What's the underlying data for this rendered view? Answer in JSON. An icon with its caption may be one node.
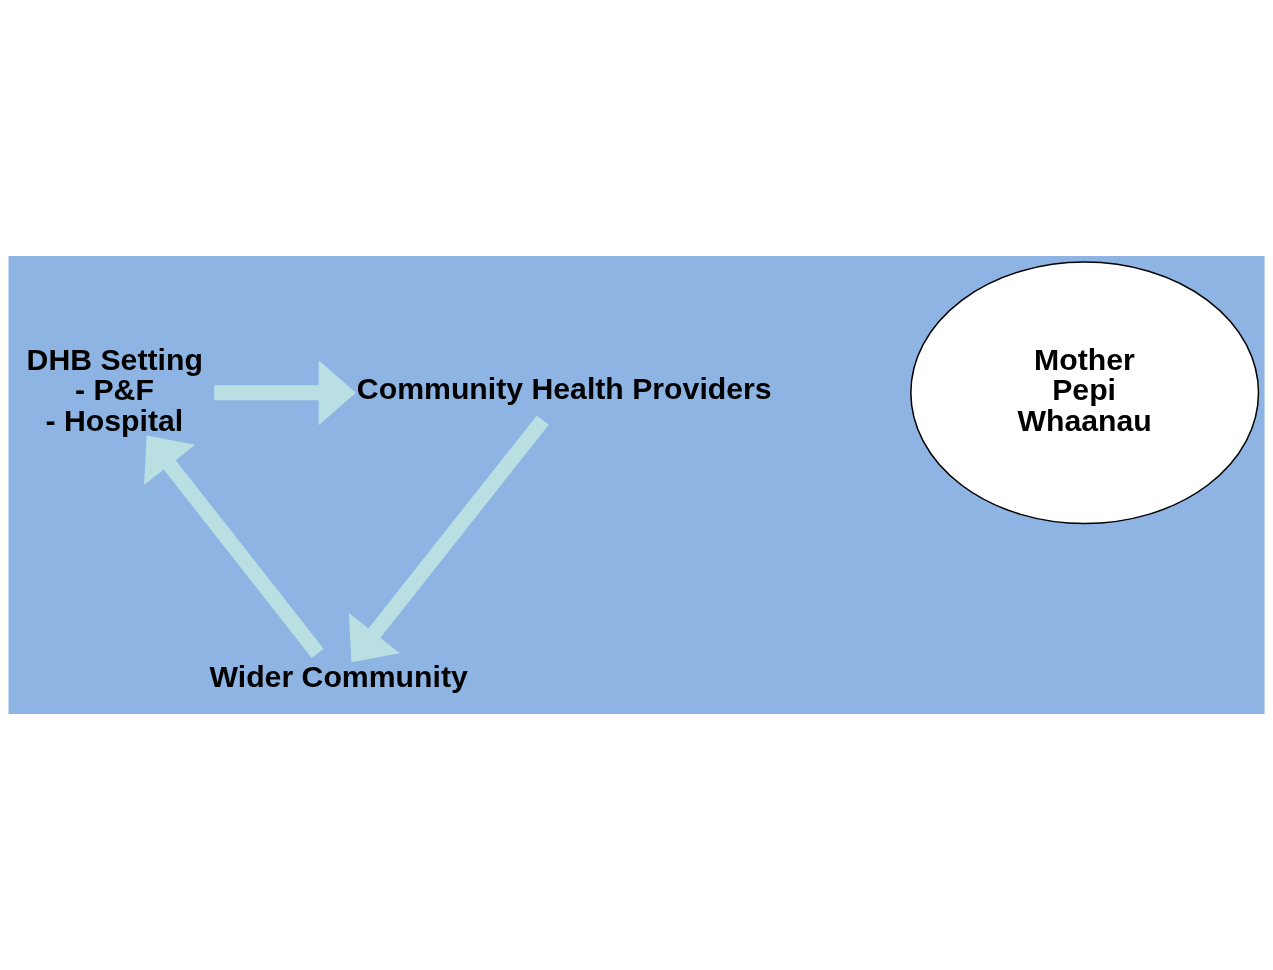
{
  "diagram": {
    "nodes": [
      {
        "text": [
          "DHB Setting",
          "- P&F",
          "- Hospital"
        ]
      },
      {
        "text": [
          "Community Health Providers"
        ]
      },
      {
        "text": [
          "Wider Community"
        ]
      },
      {
        "text": [
          "Mother",
          "Pepi",
          "Whaanau"
        ]
      }
    ],
    "edges": [
      {
        "from": 0,
        "to": 1,
        "arrow": "to"
      },
      {
        "from": 1,
        "to": 2,
        "arrow": "to"
      },
      {
        "from": 2,
        "to": 0,
        "arrow": "to"
      }
    ]
  }
}
